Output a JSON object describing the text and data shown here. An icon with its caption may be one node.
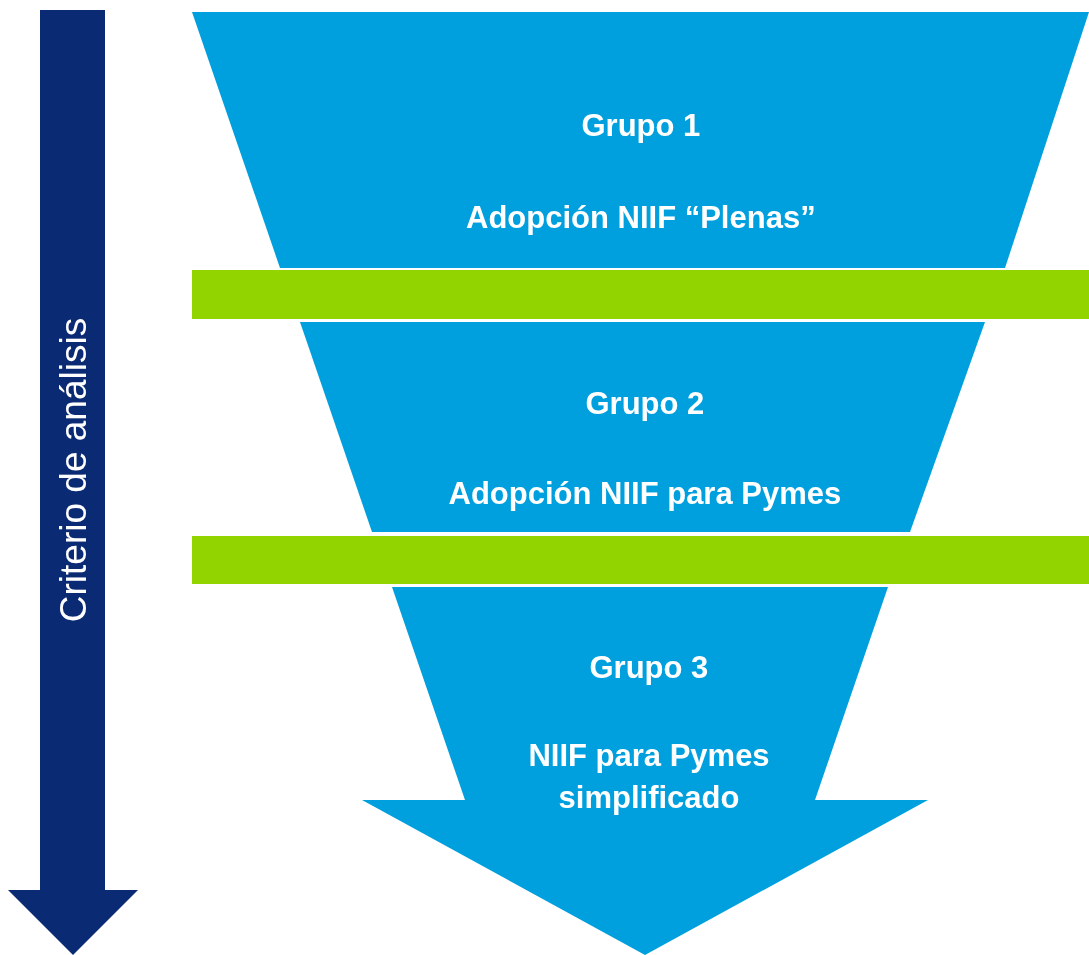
{
  "diagram": {
    "nodes": [
      {
        "text": [
          "Criterio de análisis"
        ]
      },
      {
        "text": [
          "Grupo 1",
          "Adopción NIIF “Plenas”"
        ]
      },
      {
        "text": [],
        "shape": "bar"
      },
      {
        "text": [
          "Grupo 2",
          "Adopción NIIF para Pymes"
        ]
      },
      {
        "text": [],
        "shape": "bar"
      },
      {
        "text": [
          "Grupo 3",
          "NIIF para Pymes simplificado"
        ]
      }
    ]
  }
}
